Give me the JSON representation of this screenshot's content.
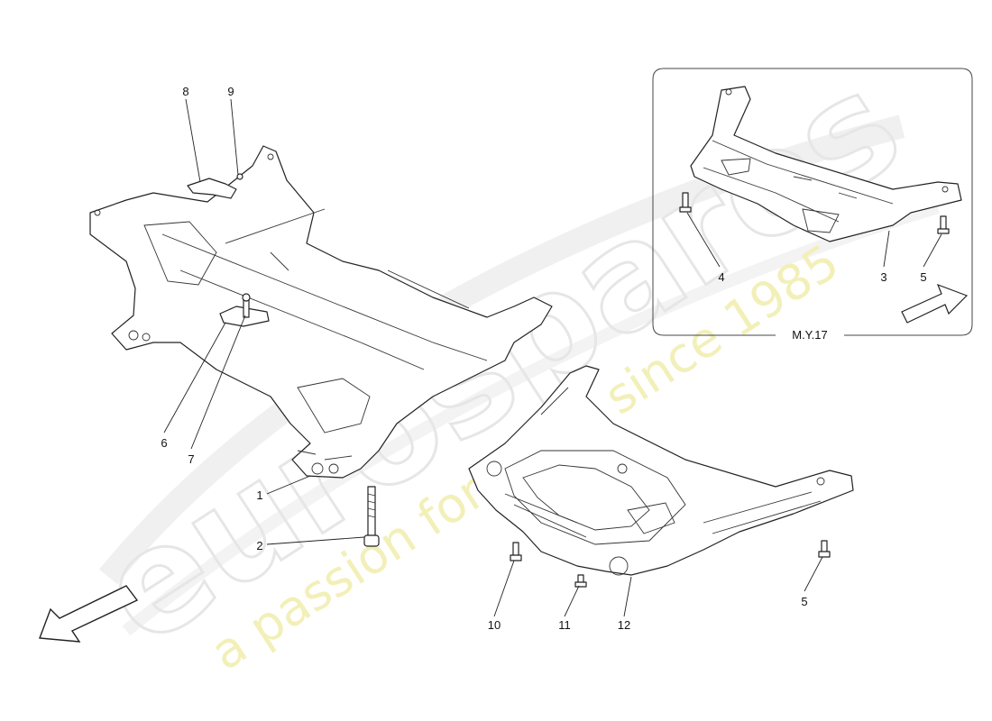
{
  "watermark": {
    "logo": "eurospares",
    "tagline": "a passion for parts since 1985"
  },
  "inset": {
    "label": "M.Y.17"
  },
  "callouts": {
    "c1": "1",
    "c2": "2",
    "c3": "3",
    "c4": "4",
    "c5a": "5",
    "c5b": "5",
    "c6": "6",
    "c7": "7",
    "c8": "8",
    "c9": "9",
    "c10": "10",
    "c11": "11",
    "c12": "12"
  },
  "colors": {
    "line": "#222222",
    "watermark_grey": "#e6e6e6",
    "watermark_yellow": "#f2f0b8"
  }
}
